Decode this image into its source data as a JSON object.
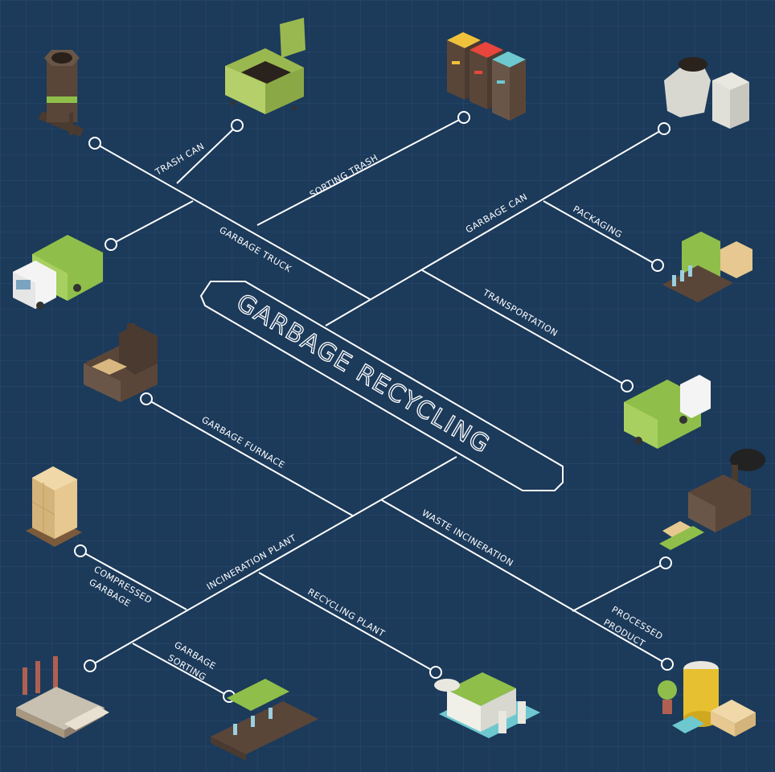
{
  "title": "GARBAGE RECYCLING",
  "labels": {
    "trash_can": "TRASH CAN",
    "sorting_trash": "SORTING TRASH",
    "garbage_can": "GARBAGE CAN",
    "packaging": "PACKAGING",
    "garbage_truck": "GARBAGE TRUCK",
    "transportation": "TRANSPORTATION",
    "garbage_furnace": "GARBAGE FURNACE",
    "waste_incineration": "WASTE INCINERATION",
    "incineration_plant": "INCINERATION PLANT",
    "compressed_garbage_1": "COMPRESSED",
    "compressed_garbage_2": "GARBAGE",
    "garbage_sorting_1": "GARBAGE",
    "garbage_sorting_2": "SORTING",
    "recycling_plant": "RECYCLING PLANT",
    "processed_product_1": "PROCESSED",
    "processed_product_2": "PRODUCT"
  },
  "colors": {
    "background": "#1c3a5a",
    "grid": "#2a4c70",
    "lines": "#ffffff",
    "accent_green": "#8fbf4a",
    "brown": "#5a4638"
  },
  "icons": [
    "trash-bin-tower-icon",
    "dumpster-icon",
    "sorting-bins-icon",
    "garbage-cans-icon",
    "garbage-truck-icon",
    "packaging-conveyor-icon",
    "garbage-furnace-icon",
    "transport-truck-icon",
    "compressed-bales-icon",
    "processing-factory-icon",
    "power-plant-icon",
    "sorting-conveyor-icon",
    "recycling-plant-icon",
    "recycled-products-icon"
  ]
}
